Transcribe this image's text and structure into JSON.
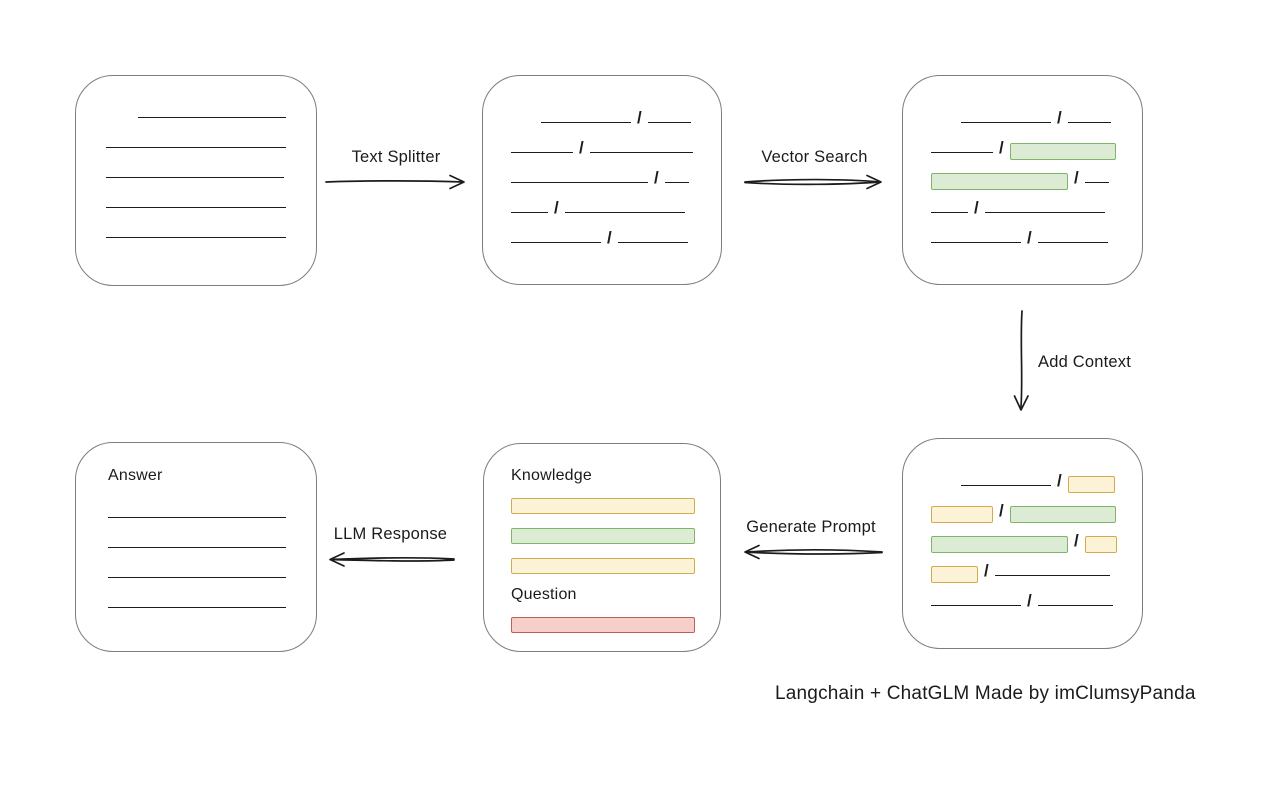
{
  "caption": "Langchain + ChatGLM Made by imClumsyPanda",
  "slash": "/",
  "colors": {
    "box_border": "#7d7d7d",
    "line_color": "#1c1c1c",
    "green_fill": "#dcebd4",
    "green_border": "#7fb569",
    "yellow_fill": "#fcf3d6",
    "yellow_border": "#d3ab4b",
    "red_fill": "#f6cfcb",
    "red_border": "#bf5e58"
  },
  "arrows": {
    "text_splitter": {
      "label": "Text Splitter",
      "direction": "right"
    },
    "vector_search": {
      "label": "Vector Search",
      "direction": "right"
    },
    "add_context": {
      "label": "Add Context",
      "direction": "down"
    },
    "generate_prompt": {
      "label": "Generate Prompt",
      "direction": "left"
    },
    "llm_response": {
      "label": "LLM Response",
      "direction": "left"
    }
  },
  "boxes": {
    "source_document": {
      "rows": [
        [
          {
            "t": "gap",
            "w": 32
          },
          {
            "t": "line",
            "w": 148
          }
        ],
        [
          {
            "t": "line",
            "w": 180
          }
        ],
        [
          {
            "t": "line",
            "w": 178
          }
        ],
        [
          {
            "t": "line",
            "w": 180
          }
        ],
        [
          {
            "t": "line",
            "w": 180
          }
        ]
      ]
    },
    "split_chunks": {
      "rows": [
        [
          {
            "t": "gap",
            "w": 30
          },
          {
            "t": "line",
            "w": 90
          },
          {
            "t": "slash"
          },
          {
            "t": "line",
            "w": 43
          }
        ],
        [
          {
            "t": "line",
            "w": 62
          },
          {
            "t": "slash"
          },
          {
            "t": "line",
            "w": 103
          }
        ],
        [
          {
            "t": "line",
            "w": 137
          },
          {
            "t": "slash"
          },
          {
            "t": "line",
            "w": 24
          }
        ],
        [
          {
            "t": "line",
            "w": 37
          },
          {
            "t": "slash"
          },
          {
            "t": "line",
            "w": 120
          }
        ],
        [
          {
            "t": "line",
            "w": 90
          },
          {
            "t": "slash"
          },
          {
            "t": "line",
            "w": 70
          }
        ]
      ]
    },
    "vector_matches": {
      "rows": [
        [
          {
            "t": "gap",
            "w": 30
          },
          {
            "t": "line",
            "w": 90
          },
          {
            "t": "slash"
          },
          {
            "t": "line",
            "w": 43
          }
        ],
        [
          {
            "t": "line",
            "w": 62
          },
          {
            "t": "slash"
          },
          {
            "t": "bar-green",
            "w": 104
          }
        ],
        [
          {
            "t": "bar-green",
            "w": 135
          },
          {
            "t": "slash"
          },
          {
            "t": "line",
            "w": 24
          }
        ],
        [
          {
            "t": "line",
            "w": 37
          },
          {
            "t": "slash"
          },
          {
            "t": "line",
            "w": 120
          }
        ],
        [
          {
            "t": "line",
            "w": 90
          },
          {
            "t": "slash"
          },
          {
            "t": "line",
            "w": 70
          }
        ]
      ]
    },
    "context_chunks": {
      "rows": [
        [
          {
            "t": "gap",
            "w": 30
          },
          {
            "t": "line",
            "w": 90
          },
          {
            "t": "slash"
          },
          {
            "t": "bar-yellow",
            "w": 45
          }
        ],
        [
          {
            "t": "bar-yellow",
            "w": 60
          },
          {
            "t": "slash"
          },
          {
            "t": "bar-green",
            "w": 104
          }
        ],
        [
          {
            "t": "bar-green",
            "w": 135
          },
          {
            "t": "slash"
          },
          {
            "t": "bar-yellow",
            "w": 30
          }
        ],
        [
          {
            "t": "bar-yellow",
            "w": 45
          },
          {
            "t": "slash"
          },
          {
            "t": "line",
            "w": 115
          }
        ],
        [
          {
            "t": "line",
            "w": 90
          },
          {
            "t": "slash"
          },
          {
            "t": "line",
            "w": 75
          }
        ]
      ]
    },
    "prompt": {
      "knowledge_label": "Knowledge",
      "question_label": "Question",
      "knowledge_bars": [
        {
          "t": "bar-yellow",
          "w": 182
        },
        {
          "t": "bar-green",
          "w": 182
        },
        {
          "t": "bar-yellow",
          "w": 182
        }
      ],
      "question_bars": [
        {
          "t": "bar-red",
          "w": 182
        }
      ]
    },
    "answer": {
      "label": "Answer",
      "rows": [
        [
          {
            "t": "line",
            "w": 178
          }
        ],
        [
          {
            "t": "line",
            "w": 178
          }
        ],
        [
          {
            "t": "line",
            "w": 178
          }
        ],
        [
          {
            "t": "line",
            "w": 178
          }
        ]
      ]
    }
  }
}
